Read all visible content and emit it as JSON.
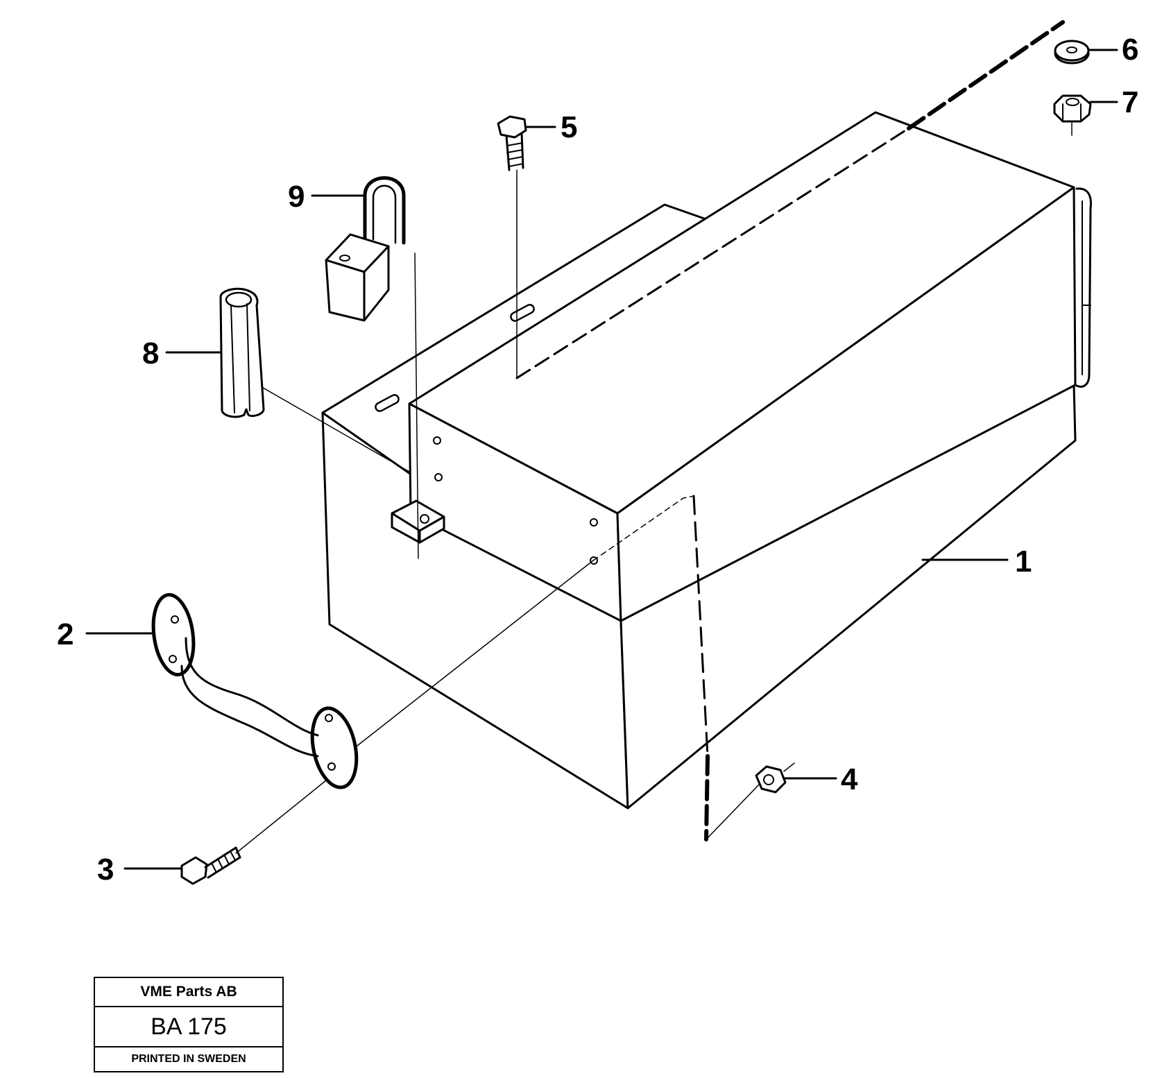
{
  "callouts": {
    "c1": "1",
    "c2": "2",
    "c3": "3",
    "c4": "4",
    "c5": "5",
    "c6": "6",
    "c7": "7",
    "c8": "8",
    "c9": "9"
  },
  "title_block": {
    "company": "VME Parts AB",
    "code": "BA 175",
    "printed": "PRINTED IN SWEDEN"
  },
  "parts": [
    {
      "number": "1",
      "name": "toolbox"
    },
    {
      "number": "2",
      "name": "handle"
    },
    {
      "number": "3",
      "name": "screw"
    },
    {
      "number": "4",
      "name": "nut"
    },
    {
      "number": "5",
      "name": "bolt"
    },
    {
      "number": "6",
      "name": "washer"
    },
    {
      "number": "7",
      "name": "nut"
    },
    {
      "number": "8",
      "name": "hinge-pin"
    },
    {
      "number": "9",
      "name": "padlock"
    }
  ],
  "colors": {
    "ink": "#000000",
    "paper": "#ffffff"
  }
}
